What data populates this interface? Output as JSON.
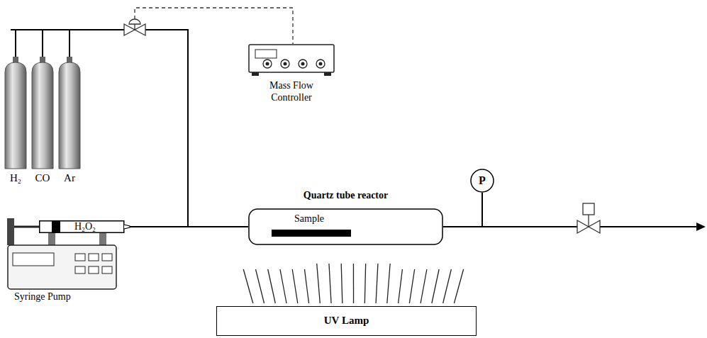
{
  "diagram": {
    "nodes": [
      {
        "text": [
          "H₂"
        ]
      },
      {
        "text": [
          "CO"
        ]
      },
      {
        "text": [
          "Ar"
        ]
      },
      {
        "text": [
          "Mass Flow Controller"
        ]
      },
      {
        "text": [
          "H₂O₂"
        ]
      },
      {
        "text": [
          "Syringe Pump"
        ]
      },
      {
        "text": [
          "Quartz tube reactor"
        ]
      },
      {
        "text": [
          "Sample"
        ],
        "in": 6
      },
      {
        "text": [
          "P"
        ]
      },
      {
        "text": [
          "UV Lamp"
        ]
      }
    ],
    "edges": [
      {
        "from": 0,
        "to": 6,
        "arrow": "none"
      },
      {
        "from": 1,
        "to": 6,
        "arrow": "none"
      },
      {
        "from": 2,
        "to": 6,
        "arrow": "none"
      },
      {
        "from": 4,
        "to": 6,
        "arrow": "none"
      },
      {
        "from": 6,
        "to": 8,
        "arrow": "none"
      }
    ]
  }
}
